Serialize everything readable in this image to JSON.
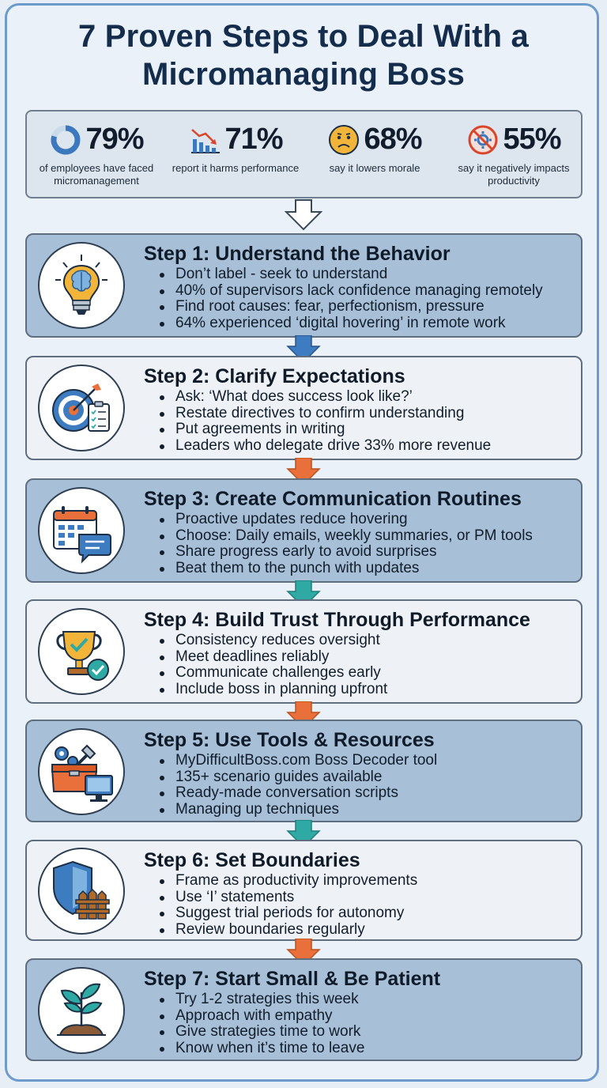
{
  "title": {
    "line1": "7 Proven Steps to Deal With a",
    "line2": "Micromanaging Boss"
  },
  "stats": [
    {
      "value": "79%",
      "label": "of employees have faced micromanagement",
      "icon": "donut-chart-icon"
    },
    {
      "value": "71%",
      "label": "report it harms performance",
      "icon": "declining-bar-chart-icon"
    },
    {
      "value": "68%",
      "label": "say it lowers morale",
      "icon": "sad-face-icon"
    },
    {
      "value": "55%",
      "label": "say it negatively impacts productivity",
      "icon": "no-productivity-icon"
    }
  ],
  "steps": [
    {
      "title": "Step 1: Understand the Behavior",
      "icon": "lightbulb-brain-icon",
      "bullets": [
        "Don’t label - seek to understand",
        "40% of supervisors lack confidence managing remotely",
        "Find root causes: fear, perfectionism, pressure",
        "64% experienced ‘digital hovering’ in remote work"
      ]
    },
    {
      "title": "Step 2: Clarify Expectations",
      "icon": "target-checklist-icon",
      "bullets": [
        "Ask: ‘What does success look like?’",
        "Restate directives to confirm understanding",
        "Put agreements in writing",
        "Leaders who delegate drive 33% more revenue"
      ]
    },
    {
      "title": "Step 3: Create Communication Routines",
      "icon": "calendar-chat-icon",
      "bullets": [
        "Proactive updates reduce hovering",
        "Choose: Daily emails, weekly summaries, or PM tools",
        "Share progress early to avoid surprises",
        "Beat them to the punch with updates"
      ]
    },
    {
      "title": "Step 4: Build Trust Through Performance",
      "icon": "trophy-check-icon",
      "bullets": [
        "Consistency reduces oversight",
        "Meet deadlines reliably",
        "Communicate challenges early",
        "Include boss in planning upfront"
      ]
    },
    {
      "title": "Step 5: Use Tools & Resources",
      "icon": "toolbox-monitor-icon",
      "bullets": [
        "MyDifficultBoss.com Boss Decoder tool",
        "135+ scenario guides available",
        "Ready-made conversation scripts",
        "Managing up techniques"
      ]
    },
    {
      "title": "Step 6: Set Boundaries",
      "icon": "shield-fence-icon",
      "bullets": [
        "Frame as productivity improvements",
        "Use ‘I’ statements",
        "Suggest trial periods for autonomy",
        "Review boundaries regularly"
      ]
    },
    {
      "title": "Step 7: Start Small & Be Patient",
      "icon": "sprout-icon",
      "bullets": [
        "Try 1-2 strategies this week",
        "Approach with empathy",
        "Give strategies time to work",
        "Know when it’s time to leave"
      ]
    }
  ],
  "colors": {
    "arrow_blue": "#3d7cc0",
    "arrow_orange": "#e9703a",
    "arrow_teal": "#2fa9a3",
    "card_dark": "#a7bfd7",
    "card_light": "#eef2f6"
  }
}
